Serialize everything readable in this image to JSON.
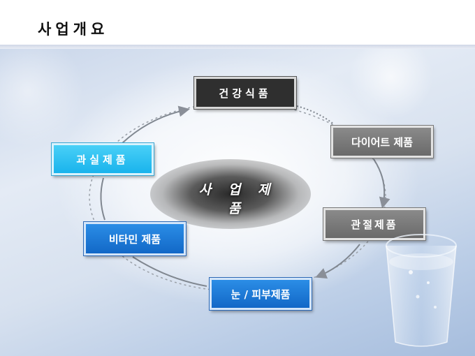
{
  "page": {
    "title": "사업개요"
  },
  "diagram": {
    "center": "사 업 제 품",
    "nodes": [
      {
        "id": "health-food",
        "label": "건강식품"
      },
      {
        "id": "diet-product",
        "label": "다이어트 제품"
      },
      {
        "id": "joint-product",
        "label": "관절제품"
      },
      {
        "id": "eye-skin-product",
        "label": "눈 / 피부제품"
      },
      {
        "id": "vitamin-product",
        "label": "비타민 제품"
      },
      {
        "id": "fruit-product",
        "label": "과실제품"
      }
    ]
  },
  "colors": {
    "dark_node": "#2f2f2f",
    "gray_node": "#7a7a7a",
    "blue_node": "#1a78d8",
    "cyan_node": "#2cc2f2"
  },
  "icons": {
    "decoration": "water-glass-icon"
  }
}
